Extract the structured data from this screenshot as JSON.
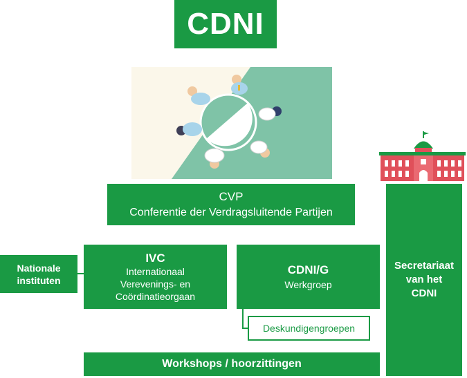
{
  "logo": {
    "text": "CDNI"
  },
  "cvp": {
    "title": "CVP",
    "subtitle": "Conferentie der Verdragsluitende Partijen"
  },
  "nationale": {
    "line1": "Nationale",
    "line2": "instituten"
  },
  "ivc": {
    "title": "IVC",
    "line1": "Internationaal",
    "line2": "Verevenings- en",
    "line3": "Coördinatieorgaan"
  },
  "cdnig": {
    "title": "CDNI/G",
    "subtitle": "Werkgroep"
  },
  "deskundigen": {
    "label": "Deskundigengroepen"
  },
  "workshops": {
    "label": "Workshops / hoorzittingen"
  },
  "secretariaat": {
    "line1": "Secretariaat",
    "line2": "van het",
    "line3": "CDNI"
  },
  "colors": {
    "green": "#1a9a44",
    "light_green": "#7fc3a7",
    "cream": "#fbf7ea",
    "building_red": "#e0505a"
  }
}
